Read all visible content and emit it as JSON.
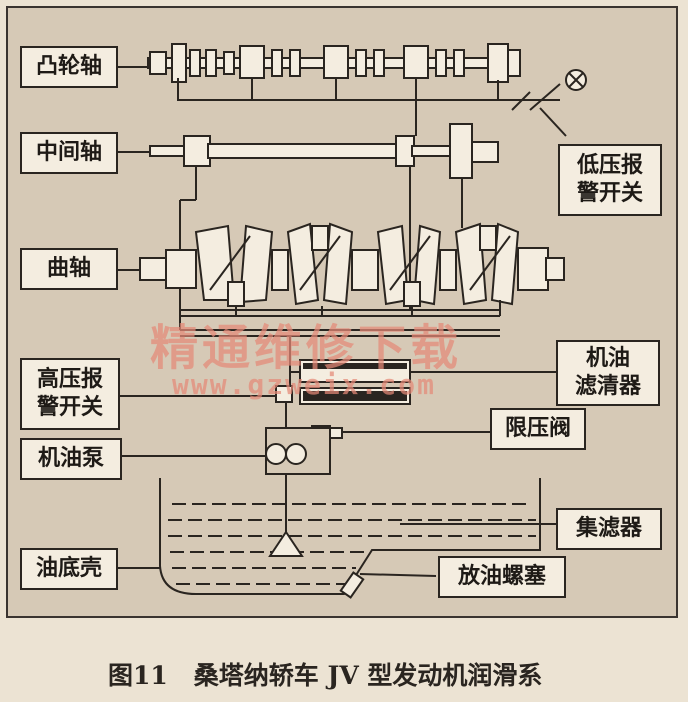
{
  "labels": {
    "camshaft": "凸轮轴",
    "intermediate_shaft": "中间轴",
    "crankshaft": "曲轴",
    "low_pressure_switch": "低压报\n警开关",
    "oil_filter": "机油\n滤清器",
    "high_pressure_switch": "高压报\n警开关",
    "relief_valve": "限压阀",
    "oil_pump": "机油泵",
    "strainer": "集滤器",
    "oil_pan": "油底壳",
    "drain_plug": "放油螺塞"
  },
  "watermark": {
    "title": "精通维修下载",
    "url": "www.gzweix.com"
  },
  "caption": {
    "figure": "图11",
    "text": "桑塔纳轿车 JV 型发动机润滑系"
  },
  "colors": {
    "panel": "#d6c9b6",
    "line": "#2a2520",
    "part_fill": "#f4ede0",
    "watermark": "#e58a78"
  }
}
